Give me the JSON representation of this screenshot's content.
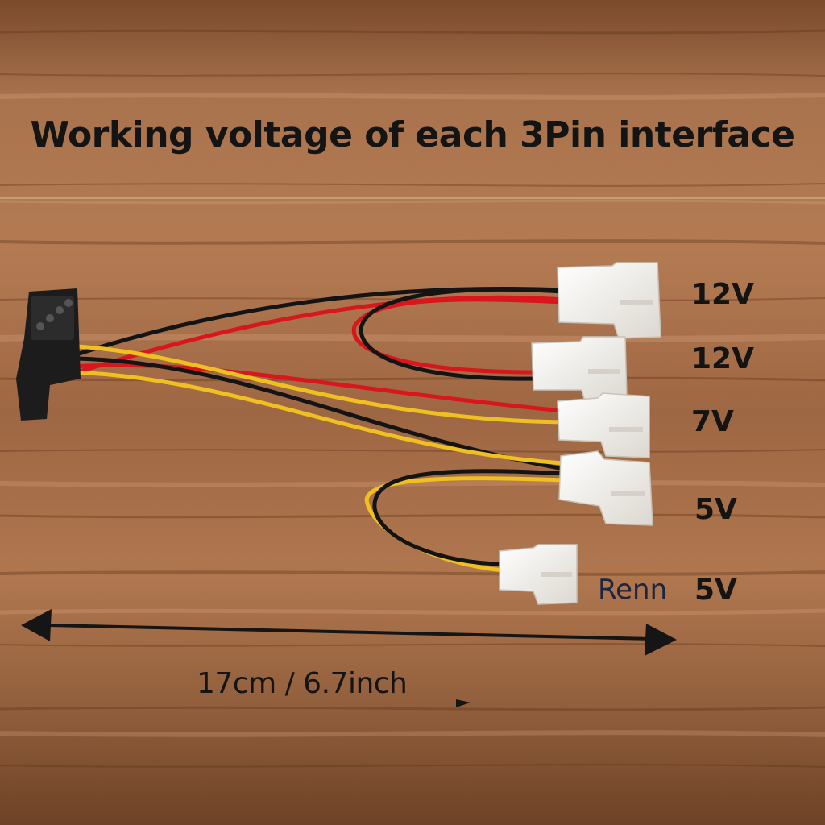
{
  "title": "Working voltage of each 3Pin interface",
  "voltages": [
    "12V",
    "12V",
    "7V",
    "5V",
    "5V"
  ],
  "extra_label": "Renn",
  "measurement": "17cm / 6.7inch",
  "colors": {
    "wood_dark": "#6e4226",
    "wood_mid": "#9a6542",
    "wood_light": "#c08a62",
    "wire_red": "#d8161c",
    "wire_black": "#141414",
    "wire_yellow": "#f0c020",
    "connector_white": "#f3f1ec",
    "molex_black": "#1c1c1c"
  },
  "icons": [
    "molex-connector-icon",
    "fan-connector-icon",
    "double-arrow-icon"
  ]
}
